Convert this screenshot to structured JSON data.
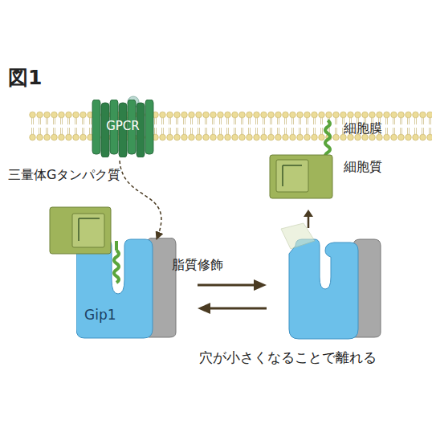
{
  "diagram": {
    "title": "図1",
    "nodes": [
      {
        "text": [
          "GPCR"
        ]
      },
      {
        "text": [
          "Gip1"
        ]
      }
    ],
    "edges": [
      {
        "from": 0,
        "to": 1,
        "arrow": "to"
      }
    ],
    "labels": [
      "細胞膜",
      "細胞質",
      "三量体Gタンパク質",
      "脂質修飾",
      "穴が小さくなることで離れる"
    ]
  }
}
